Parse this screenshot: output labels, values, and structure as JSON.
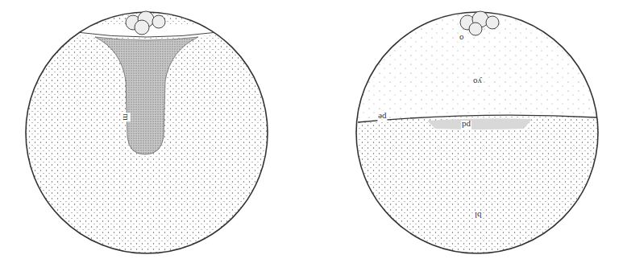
{
  "diagram": {
    "labels": [
      "m",
      "o",
      "yo",
      "pe",
      "pd",
      "bl"
    ]
  }
}
